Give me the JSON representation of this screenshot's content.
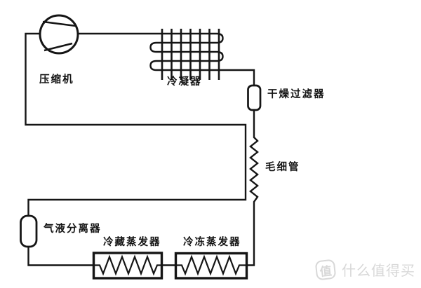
{
  "colors": {
    "line": "#151515",
    "background": "#ffffff",
    "watermark": "#d8d8d8"
  },
  "diagram": {
    "type": "refrigeration-cycle-schematic",
    "labels": {
      "compressor": "压缩机",
      "condenser": "冷凝器",
      "filter_drier": "干燥过滤器",
      "capillary": "毛细管",
      "separator": "气液分离器",
      "fridge_evaporator": "冷藏蒸发器",
      "freezer_evaporator": "冷冻蒸发器"
    }
  },
  "watermark": {
    "badge": "值",
    "text": "什么值得买"
  }
}
